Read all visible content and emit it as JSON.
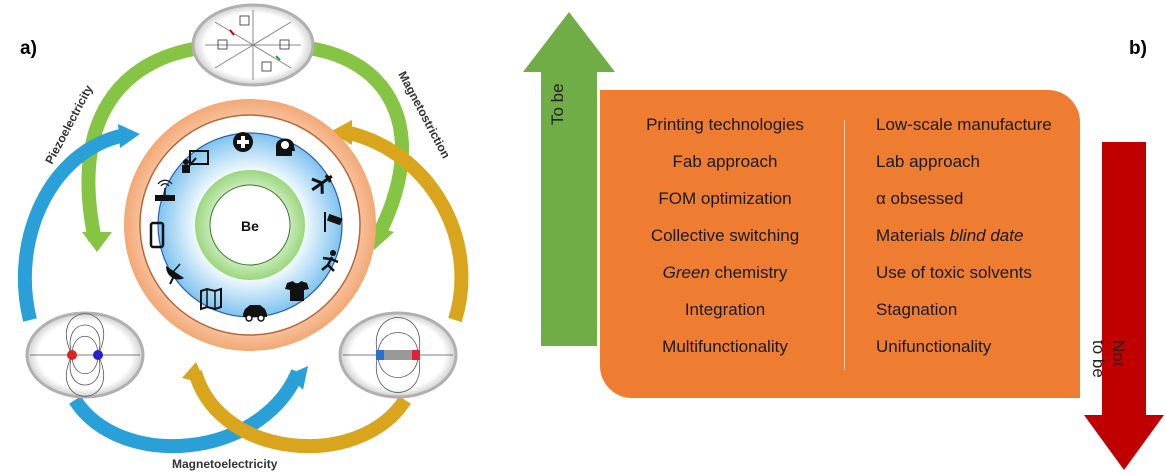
{
  "panel_a": {
    "label": "a)",
    "center_label": "Be",
    "arc_labels": {
      "piezo": "Piezoelectricity",
      "magnetostriction": "Magnetostriction",
      "magnetoelectricity": "Magnetoelectricity"
    },
    "application_icons": [
      "medical-cross-icon",
      "brain-head-icon",
      "airplane-icon",
      "security-camera-icon",
      "running-person-icon",
      "tshirt-icon",
      "car-icon",
      "map-icon",
      "satellite-dish-icon",
      "smartphone-icon",
      "router-icon",
      "presentation-icon"
    ],
    "colors": {
      "green_arrow": "#7cc242",
      "blue_arrow": "#1c9ad6",
      "gold_arrow": "#d8a31a",
      "outer_ring": "#f6c8a8",
      "mid_ring": "#a8d4f0",
      "inner_glow": "#b7e3a4"
    }
  },
  "panel_b": {
    "label": "b)",
    "to_be_label": "To be",
    "not_to_be_label": "Not to be",
    "to_be_items": [
      "Printing technologies",
      "Fab approach",
      "FOM optimization",
      "Collective switching",
      "Green chemistry",
      "Integration",
      "Multifunctionality"
    ],
    "not_to_be_items": [
      "Low-scale manufacture",
      "Lab approach",
      "α obsessed",
      "Materials blind date",
      "Use of toxic solvents",
      "Stagnation",
      "Unifunctionality"
    ],
    "colors": {
      "box": "#ee7d31",
      "up_arrow": "#70ad47",
      "down_arrow": "#c00000"
    }
  }
}
